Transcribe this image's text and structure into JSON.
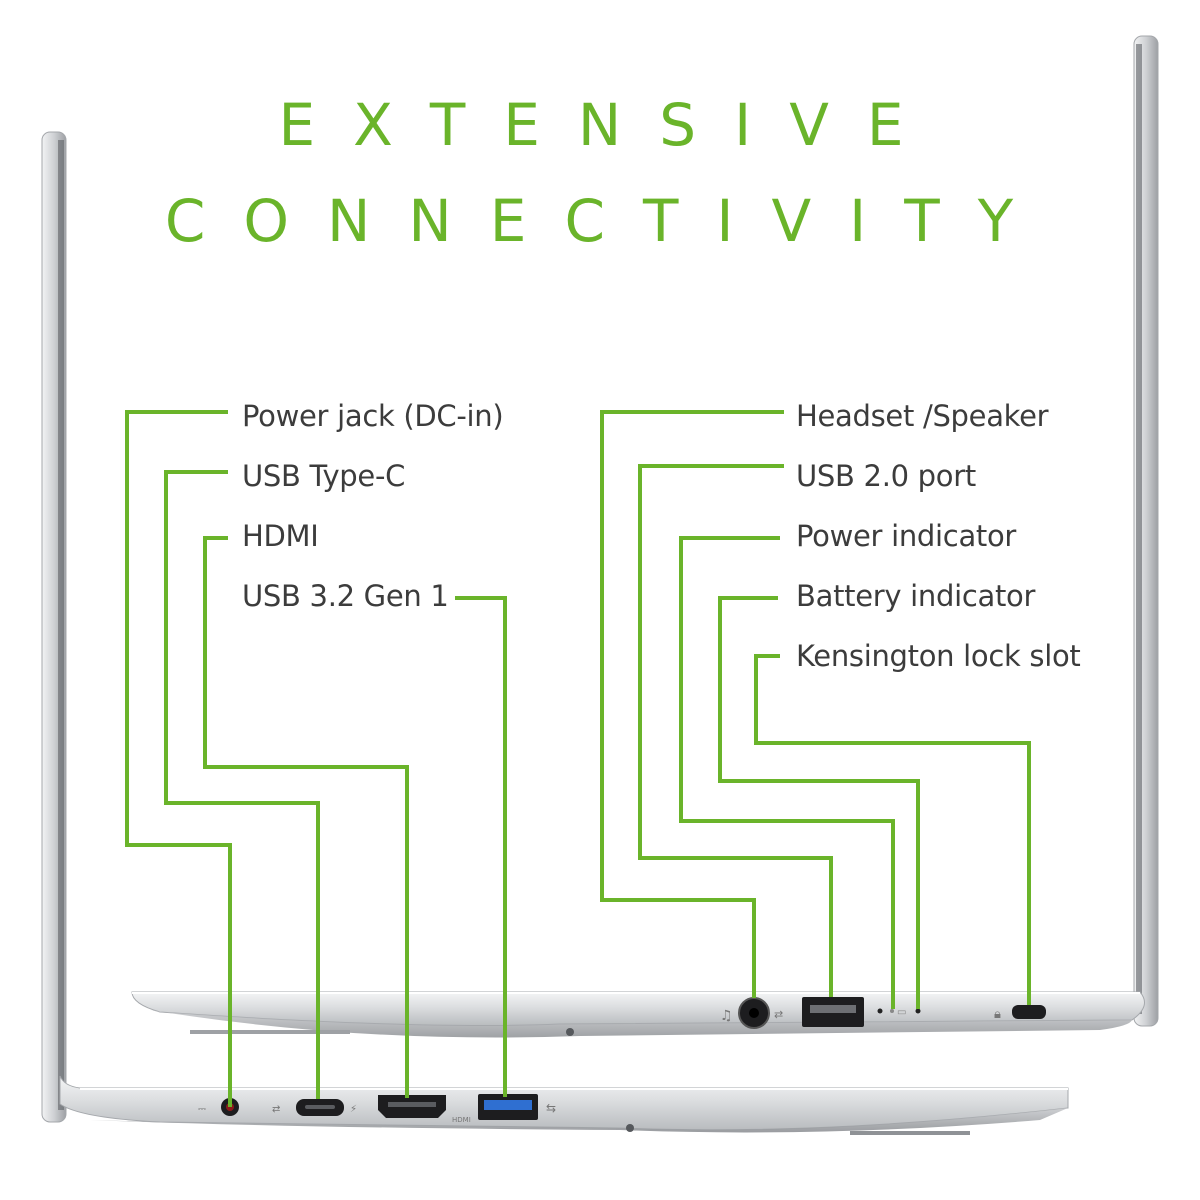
{
  "title": {
    "line1": "EXTENSIVE",
    "line2": "CONNECTIVITY"
  },
  "left_ports": [
    "Power jack (DC-in)",
    "USB Type-C",
    "HDMI",
    "USB 3.2 Gen 1"
  ],
  "right_ports": [
    "Headset /Speaker",
    "USB 2.0 port",
    "Power indicator",
    "Battery indicator",
    "Kensington lock slot"
  ],
  "port_marks": {
    "hdmi": "HDMI"
  },
  "colors": {
    "accent": "#6ab42a",
    "text": "#3c3c3c",
    "chassis": "#d9dadc",
    "port": "#222222",
    "usb3": "#2f6fd1",
    "dc_led": "#8a1a1a"
  }
}
